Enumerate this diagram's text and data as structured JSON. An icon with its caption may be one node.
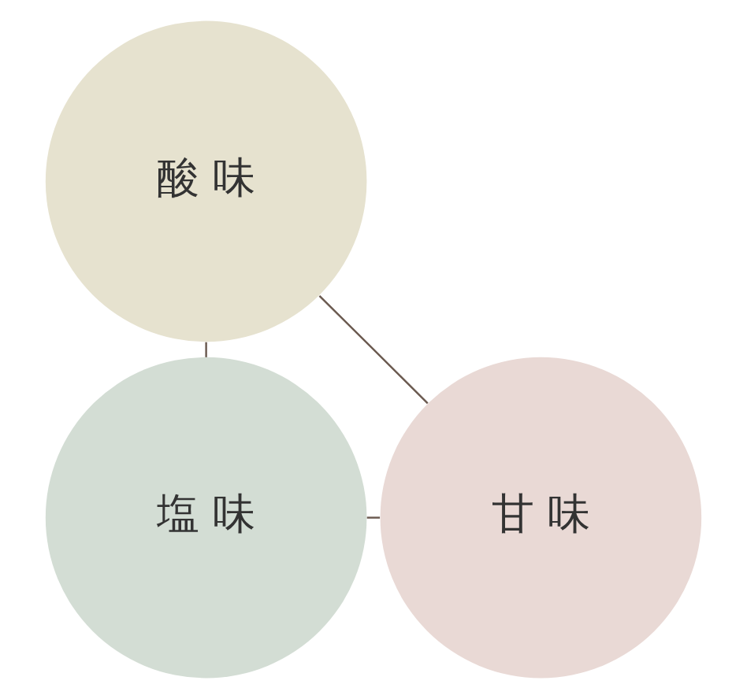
{
  "diagram": {
    "nodes": [
      {
        "text": [
          "酸 味"
        ]
      },
      {
        "text": [
          "塩 味"
        ]
      },
      {
        "text": [
          "甘 味"
        ]
      }
    ],
    "edges": [
      {
        "from": 0,
        "to": 1,
        "arrow": "none"
      },
      {
        "from": 1,
        "to": 2,
        "arrow": "none"
      },
      {
        "from": 2,
        "to": 0,
        "arrow": "none"
      }
    ]
  }
}
